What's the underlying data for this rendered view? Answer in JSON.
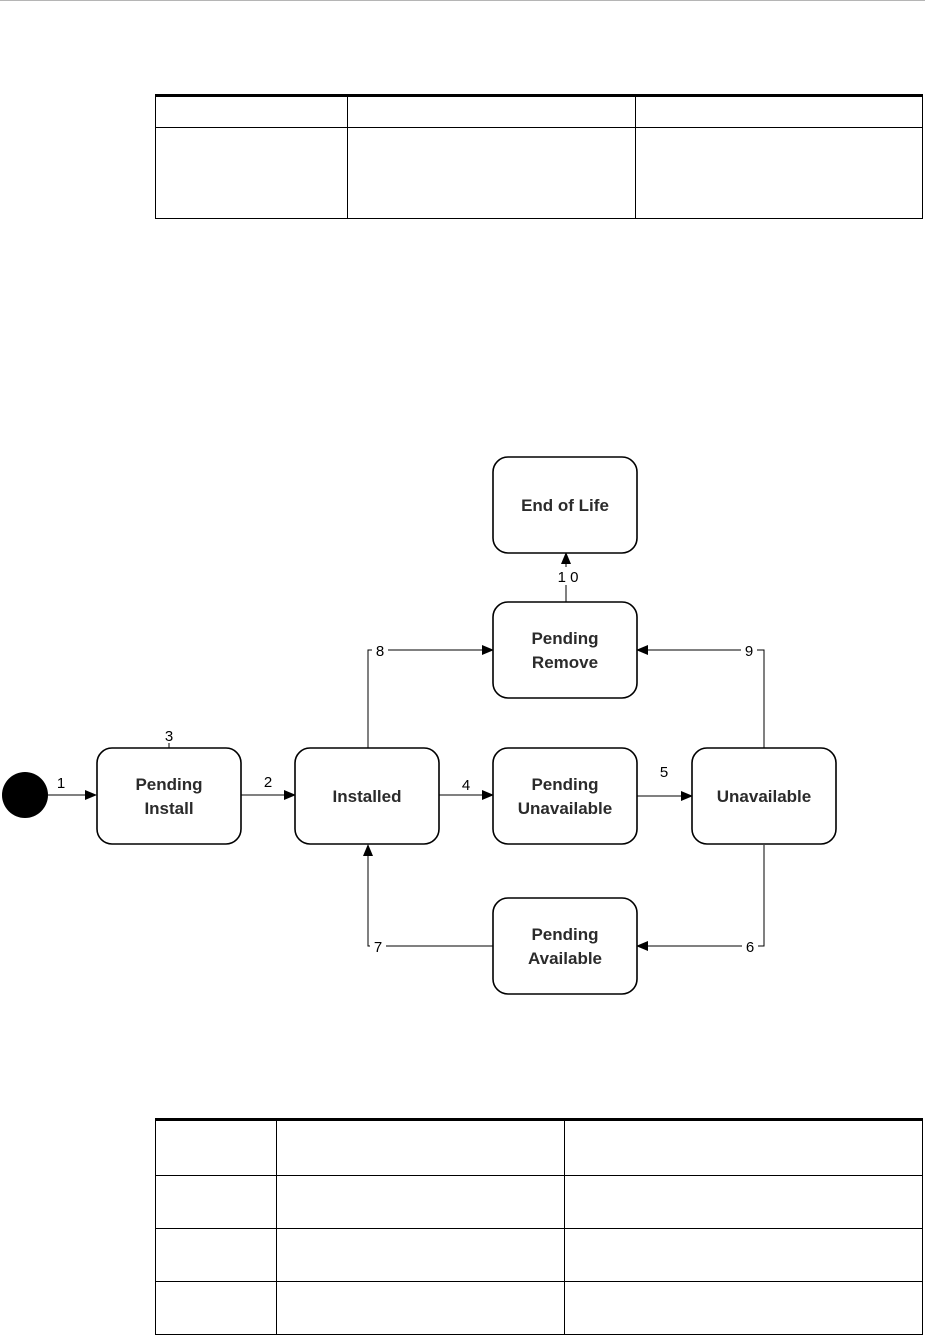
{
  "states": {
    "end_of_life": [
      "End of Life"
    ],
    "pending_remove": [
      "Pending",
      "Remove"
    ],
    "pending_install": [
      "Pending",
      "Install"
    ],
    "installed": [
      "Installed"
    ],
    "pending_unavailable": [
      "Pending",
      "Unavailable"
    ],
    "unavailable": [
      "Unavailable"
    ],
    "pending_available": [
      "Pending",
      "Available"
    ]
  },
  "transitions": {
    "t1": "1",
    "t2": "2",
    "t3": "3",
    "t4": "4",
    "t5": "5",
    "t6": "6",
    "t7": "7",
    "t8": "8",
    "t9": "9",
    "t10": "1 0"
  }
}
